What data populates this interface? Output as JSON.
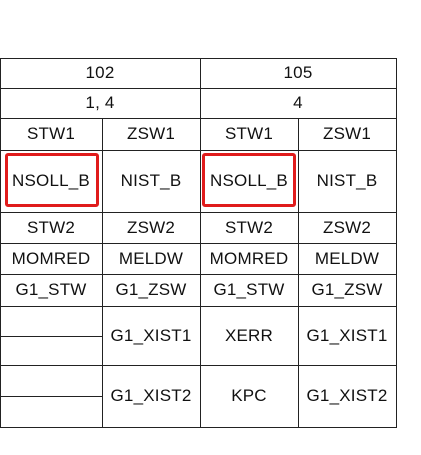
{
  "table": {
    "header": {
      "col_102": "102",
      "col_105": "105"
    },
    "subheader": {
      "left": "1, 4",
      "right": "4"
    },
    "rows": [
      [
        "STW1",
        "ZSW1",
        "STW1",
        "ZSW1"
      ],
      [
        "NSOLL_B",
        "NIST_B",
        "NSOLL_B",
        "NIST_B"
      ],
      [
        "STW2",
        "ZSW2",
        "STW2",
        "ZSW2"
      ],
      [
        "MOMRED",
        "MELDW",
        "MOMRED",
        "MELDW"
      ],
      [
        "G1_STW",
        "G1_ZSW",
        "G1_STW",
        "G1_ZSW"
      ],
      [
        "",
        "G1_XIST1",
        "XERR",
        "G1_XIST1"
      ],
      [
        "",
        "G1_XIST2",
        "KPC",
        "G1_XIST2"
      ]
    ],
    "highlight_color": "#e01b1b"
  }
}
